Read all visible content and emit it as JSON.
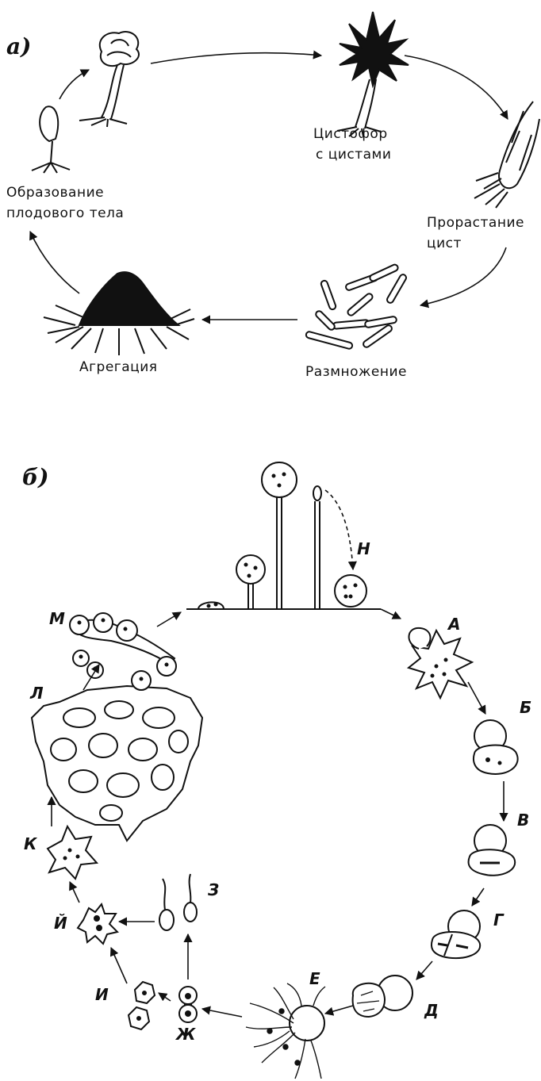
{
  "panel_a": {
    "tag": "а)",
    "labels": {
      "fruiting_body_1": "Образование",
      "fruiting_body_2": "плодового тела",
      "cystophore_1": "Цистофор",
      "cystophore_2": "с цистами",
      "germination_1": "Прорастание",
      "germination_2": "цист",
      "reproduction": "Размножение",
      "aggregation": "Агрегация"
    }
  },
  "panel_b": {
    "tag": "б)",
    "letters": {
      "A": "А",
      "B": "Б",
      "V": "В",
      "G": "Г",
      "D": "Д",
      "E": "Е",
      "ZH": "Ж",
      "I": "И",
      "Y": "Й",
      "Z": "З",
      "K": "К",
      "L": "Л",
      "M": "М",
      "N": "Н"
    }
  }
}
